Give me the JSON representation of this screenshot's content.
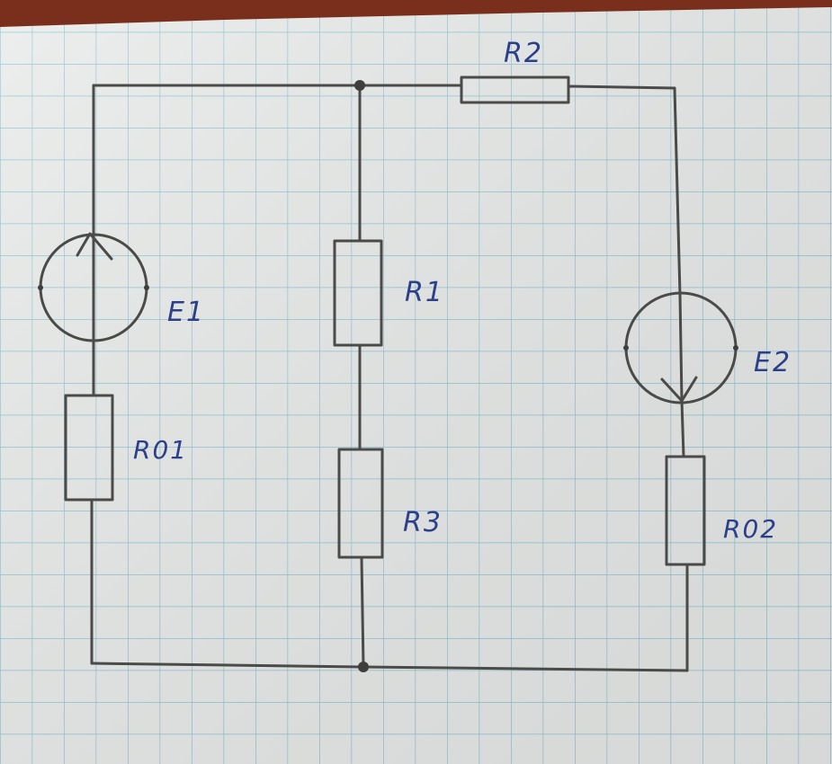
{
  "labels": {
    "r2": "R2",
    "e1": "E1",
    "r1": "R1",
    "e2": "E2",
    "r01": "R01",
    "r3": "R3",
    "r02": "R02"
  },
  "colors": {
    "paper": "#e9ecea",
    "grid": "#8ec3d4",
    "wire": "#4a4a48",
    "ink": "#2b3f8a",
    "table_edge": "#7a2f1c"
  }
}
